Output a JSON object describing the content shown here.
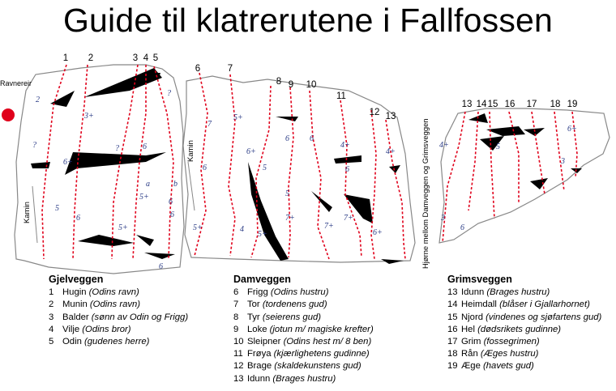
{
  "title": "Guide til klatrerutene i Fallfossen",
  "labels": {
    "ravnereir": "Ravnereir",
    "kamin": "Kamin",
    "corner": "Hjørne mellom Damveggen og Grimsveggen"
  },
  "route_numbers": [
    "1",
    "2",
    "3",
    "4",
    "5",
    "6",
    "7",
    "8",
    "9",
    "10",
    "11",
    "12",
    "13",
    "13",
    "14",
    "15",
    "16",
    "17",
    "18",
    "19"
  ],
  "grades": [
    "2",
    "?",
    "3+",
    "?",
    "6+",
    "5",
    "6",
    "?",
    "6",
    "5+",
    "6",
    "a",
    "b",
    "5+",
    "6",
    "6",
    "7",
    "6",
    "5+",
    "6+",
    "5",
    "4",
    "5+",
    "5+",
    "6",
    "7+",
    "5",
    "7+",
    "4+",
    "6",
    "6",
    "7+",
    "6+",
    "4+",
    "4+",
    "5",
    "6+",
    "3",
    "6",
    "3"
  ],
  "walls": [
    {
      "name": "Gjelveggen",
      "routes": [
        {
          "no": "1",
          "name": "Hugin",
          "note": "(Odins ravn)"
        },
        {
          "no": "2",
          "name": "Munin",
          "note": "(Odins ravn)"
        },
        {
          "no": "3",
          "name": "Balder",
          "note": "(sønn av Odin og Frigg)"
        },
        {
          "no": "4",
          "name": "Vilje",
          "note": "(Odins bror)"
        },
        {
          "no": "5",
          "name": "Odin",
          "note": "(gudenes herre)"
        }
      ]
    },
    {
      "name": "Damveggen",
      "routes": [
        {
          "no": "6",
          "name": "Frigg",
          "note": "(Odins hustru)"
        },
        {
          "no": "7",
          "name": "Tor",
          "note": "(tordenens gud)"
        },
        {
          "no": "8",
          "name": "Tyr",
          "note": "(seierens gud)"
        },
        {
          "no": "9",
          "name": "Loke",
          "note": "(jotun m/ magiske krefter)"
        },
        {
          "no": "10",
          "name": "Sleipner",
          "note": "(Odins hest m/ 8 ben)"
        },
        {
          "no": "11",
          "name": "Frøya",
          "note": "(kjærlighetens gudinne)"
        },
        {
          "no": "12",
          "name": "Brage",
          "note": "(skaldekunstens gud)"
        },
        {
          "no": "13",
          "name": "Idunn",
          "note": "(Brages hustru)"
        }
      ]
    },
    {
      "name": "Grimsveggen",
      "routes": [
        {
          "no": "13",
          "name": "Idunn",
          "note": "(Brages hustru)"
        },
        {
          "no": "14",
          "name": "Heimdall",
          "note": "(blåser i Gjallarhornet)"
        },
        {
          "no": "15",
          "name": "Njord",
          "note": "(vindenes og sjøfartens gud)"
        },
        {
          "no": "16",
          "name": "Hel",
          "note": "(dødsrikets gudinne)"
        },
        {
          "no": "17",
          "name": "Grim",
          "note": "(fossegrimen)"
        },
        {
          "no": "18",
          "name": "Rån",
          "note": "(Æges hustru)"
        },
        {
          "no": "19",
          "name": "Æge",
          "note": "(havets gud)"
        }
      ]
    }
  ],
  "colors": {
    "route": "#e0001b",
    "grade": "#2b3c86",
    "nest": "#e0001b",
    "ink": "#000000",
    "outline": "#888888"
  }
}
